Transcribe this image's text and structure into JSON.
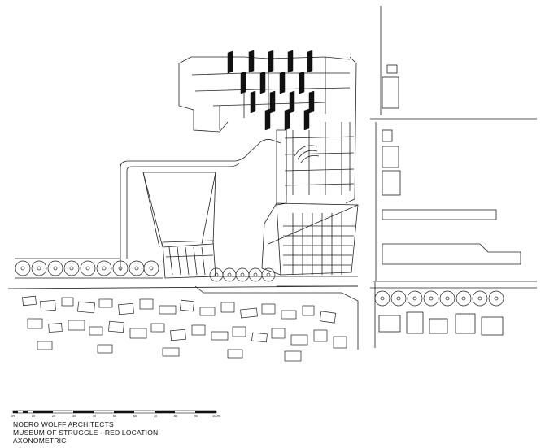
{
  "drawing": {
    "title_lines": [
      "NOERO WOLFF ARCHITECTS",
      "MUSEUM OF STRUGGLE - RED LOCATION",
      "AXONOMETRIC"
    ],
    "scale_bar": {
      "labels": [
        "0m",
        "10",
        "20",
        "30",
        "40",
        "50",
        "60",
        "70",
        "80",
        "90",
        "100m"
      ]
    }
  }
}
